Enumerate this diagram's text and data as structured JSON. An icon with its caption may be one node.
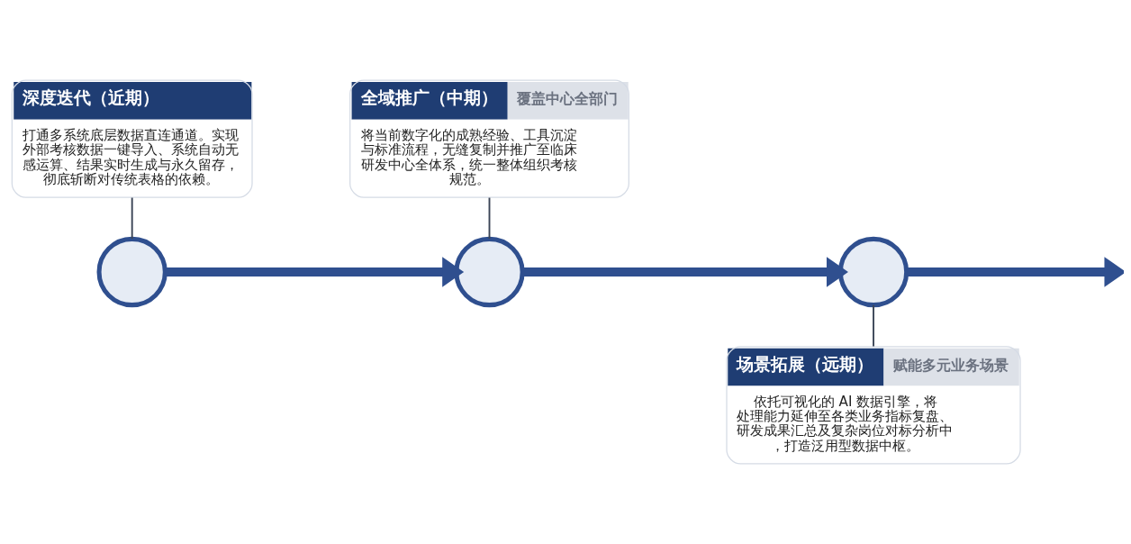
{
  "diagram": {
    "nodes": [
      {
        "text": [
          "深度迭代（近期）",
          "打通多系统底层数据直连通道。实现外部考核数据一键导入、系统自动无感运算、结果实时生成与永久留存，彻底斩断对传统表格的依赖。"
        ]
      },
      {
        "text": [],
        "shape": "circle"
      },
      {
        "text": [
          "全域推广（中期）",
          "覆盖中心全部门",
          "将当前数字化的成熟经验、工具沉淀与标准流程，无缝复制并推广至临床研发中心全体系，统一整体组织考核规范。"
        ]
      },
      {
        "text": [],
        "shape": "circle"
      },
      {
        "text": [
          "场景拓展（远期）",
          "赋能多元业务场景",
          "依托可视化的 AI 数据引擎，将处理能力延伸至各类业务指标复盘、研发成果汇总及复杂岗位对标分析中，打造泛用型数据中枢。"
        ]
      },
      {
        "text": [],
        "shape": "circle"
      }
    ],
    "edges": [
      {
        "from": 0,
        "to": 1,
        "arrow": "none"
      },
      {
        "from": 1,
        "to": 3,
        "arrow": "to",
        "style": "thick",
        "color": "#2f4f8f"
      },
      {
        "from": 2,
        "to": 3,
        "arrow": "none"
      },
      {
        "from": 3,
        "to": 5,
        "arrow": "to",
        "style": "thick",
        "color": "#2f4f8f"
      },
      {
        "from": 5,
        "to": 4,
        "arrow": "none"
      },
      {
        "from": 5,
        "to": null,
        "arrow": "to",
        "style": "thick",
        "color": "#2f4f8f"
      }
    ]
  }
}
